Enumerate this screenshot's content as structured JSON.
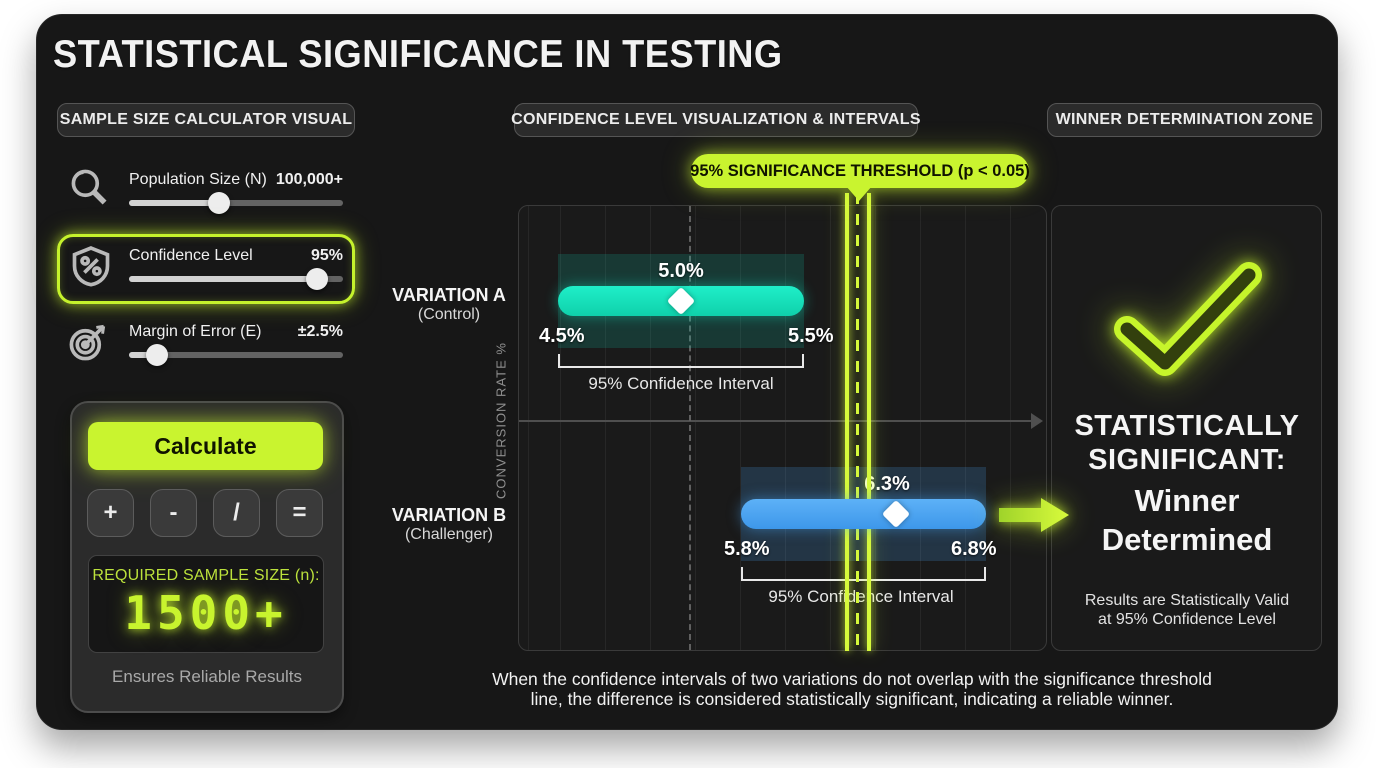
{
  "title": "STATISTICAL SIGNIFICANCE IN TESTING",
  "section_headers": {
    "left": "SAMPLE SIZE CALCULATOR VISUAL",
    "middle": "CONFIDENCE LEVEL VISUALIZATION & INTERVALS",
    "right": "WINNER DETERMINATION ZONE"
  },
  "calculator": {
    "sliders": [
      {
        "icon": "magnifier-icon",
        "label": "Population Size (N)",
        "value": "100,000+"
      },
      {
        "icon": "shield-percent-icon",
        "label": "Confidence Level",
        "value": "95%"
      },
      {
        "icon": "target-icon",
        "label": "Margin of Error (E)",
        "value": "±2.5%"
      }
    ],
    "calculate_label": "Calculate",
    "operator_buttons": [
      "+",
      "-",
      "/",
      "="
    ],
    "result": {
      "label": "REQUIRED SAMPLE SIZE (n):",
      "value": "1500+",
      "footnote": "Ensures Reliable Results"
    }
  },
  "chart": {
    "threshold_label": "95% SIGNIFICANCE THRESHOLD (p < 0.05)",
    "y_axis_label": "CONVERSION RATE %",
    "variation_a": {
      "name": "VARIATION A",
      "subtitle": "(Control)",
      "mean": "5.0%",
      "lower": "4.5%",
      "upper": "5.5%",
      "interval_label": "95% Confidence Interval"
    },
    "variation_b": {
      "name": "VARIATION B",
      "subtitle": "(Challenger)",
      "mean": "6.3%",
      "lower": "5.8%",
      "upper": "6.8%",
      "interval_label": "95% Confidence Interval"
    },
    "caption_line1": "When the confidence intervals of two variations do not overlap with the significance threshold",
    "caption_line2": "line, the difference is considered statistically significant, indicating a reliable winner."
  },
  "winner_zone": {
    "headline_line1": "STATISTICALLY",
    "headline_line2": "SIGNIFICANT:",
    "headline_line3": "Winner",
    "headline_line4": "Determined",
    "note_line1": "Results are Statistically Valid",
    "note_line2": "at 95% Confidence Level"
  },
  "colors": {
    "accent_green": "#c9f42f",
    "teal": "#14e3be",
    "blue": "#4aa5f5",
    "card_background": "#171717"
  },
  "chart_data": {
    "type": "bar",
    "orientation": "horizontal",
    "title": "CONFIDENCE LEVEL VISUALIZATION & INTERVALS",
    "xlabel": "CONVERSION RATE %",
    "xlim": [
      4.0,
      7.2
    ],
    "grid": "vertical",
    "legend": false,
    "categories": [
      "VARIATION A (Control)",
      "VARIATION B (Challenger)"
    ],
    "series": [
      {
        "name": "VARIATION A (Control)",
        "mean_pct": 5.0,
        "ci_low_pct": 4.5,
        "ci_high_pct": 5.5,
        "confidence": "95%",
        "color": "#14e3be"
      },
      {
        "name": "VARIATION B (Challenger)",
        "mean_pct": 6.3,
        "ci_low_pct": 5.8,
        "ci_high_pct": 6.8,
        "confidence": "95%",
        "color": "#4aa5f5"
      }
    ],
    "threshold": {
      "label": "95% SIGNIFICANCE THRESHOLD (p < 0.05)",
      "p_value": "p < 0.05",
      "confidence_level": "95%"
    },
    "annotations": [
      "STATISTICALLY SIGNIFICANT: Winner Determined",
      "Results are Statistically Valid at 95% Confidence Level"
    ],
    "sample_size_inputs": {
      "population_size": "100,000+",
      "confidence_level": "95%",
      "margin_of_error": "±2.5%",
      "required_sample_size": "1500+"
    }
  }
}
